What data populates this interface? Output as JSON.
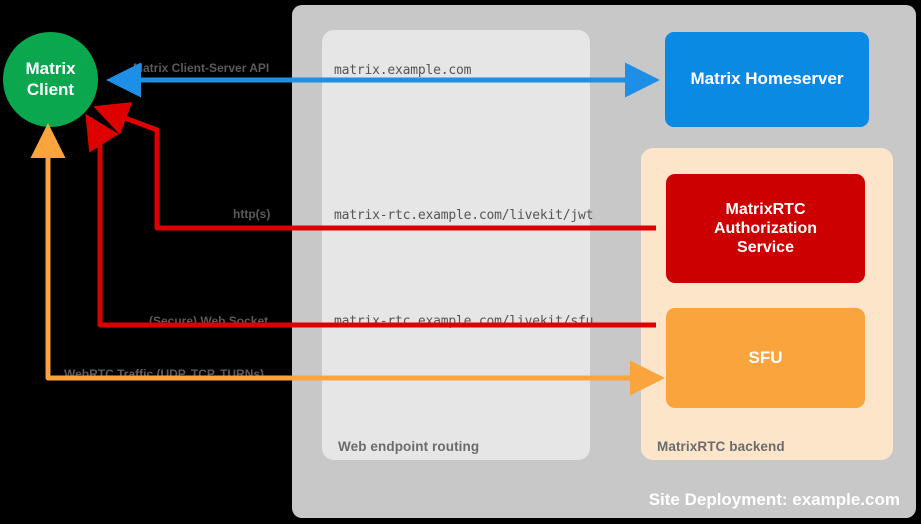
{
  "diagram": {
    "title": "Site Deployment: example.com",
    "colors": {
      "client": "#0aa74f",
      "homeserver": "#0b8ae3",
      "auth_service": "#cc0000",
      "sfu": "#f9a43c",
      "site_container": "#c8c8c8",
      "web_routing_container": "#e6e6e6",
      "rtc_backend_container": "#fde5ca",
      "arrow_blue": "#1f8fe5",
      "arrow_red": "#dd0000",
      "arrow_orange": "#f9a43c"
    }
  },
  "nodes": {
    "client": {
      "line1": "Matrix",
      "line2": "Client"
    },
    "homeserver": {
      "label": "Matrix Homeserver"
    },
    "auth_service": {
      "line1": "MatrixRTC",
      "line2": "Authorization",
      "line3": "Service"
    },
    "sfu": {
      "label": "SFU"
    }
  },
  "zones": {
    "web_routing": {
      "label": "Web endpoint routing"
    },
    "rtc_backend": {
      "label": "MatrixRTC backend"
    },
    "site": {
      "label": "Site Deployment: example.com"
    }
  },
  "endpoints": {
    "matrix": "matrix.example.com",
    "livekit_jwt": "matrix-rtc.example.com/livekit/jwt",
    "livekit_sfu": "matrix-rtc.example.com/livekit/sfu"
  },
  "protocols": {
    "cs_api": "Matrix Client-Server API",
    "https": "http(s)",
    "websocket": "(Secure) Web Socket",
    "webrtc": "WebRTC Traffic (UDP, TCP, TURNs)"
  }
}
